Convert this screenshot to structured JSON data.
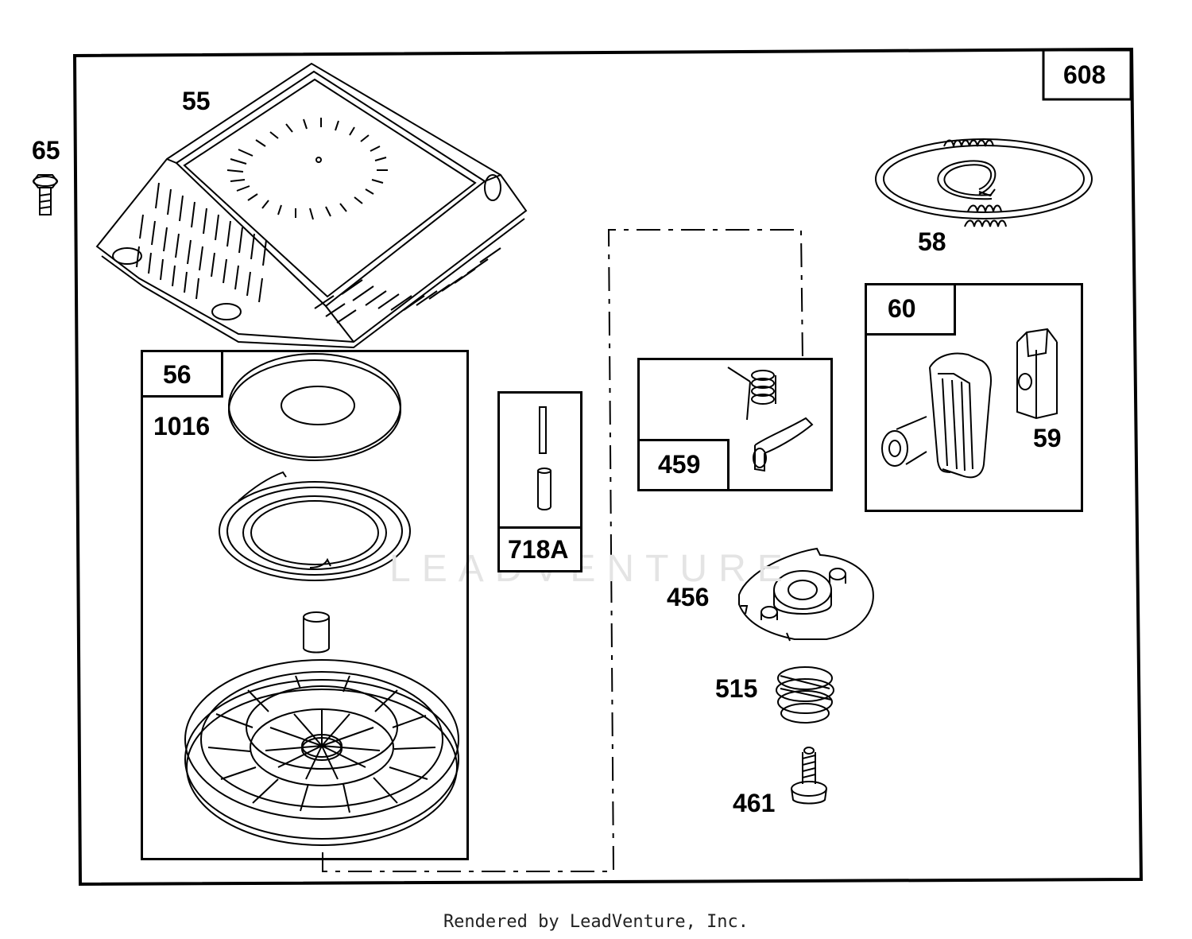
{
  "diagram": {
    "group_label": "608",
    "parts": {
      "p65": "65",
      "p55": "55",
      "p58": "58",
      "p56": "56",
      "p1016": "1016",
      "p718a": "718A",
      "p459": "459",
      "p60": "60",
      "p59": "59",
      "p456": "456",
      "p515": "515",
      "p461": "461"
    },
    "watermark": "LEADVENTURE"
  },
  "footer": {
    "text": "Rendered by LeadVenture, Inc."
  }
}
